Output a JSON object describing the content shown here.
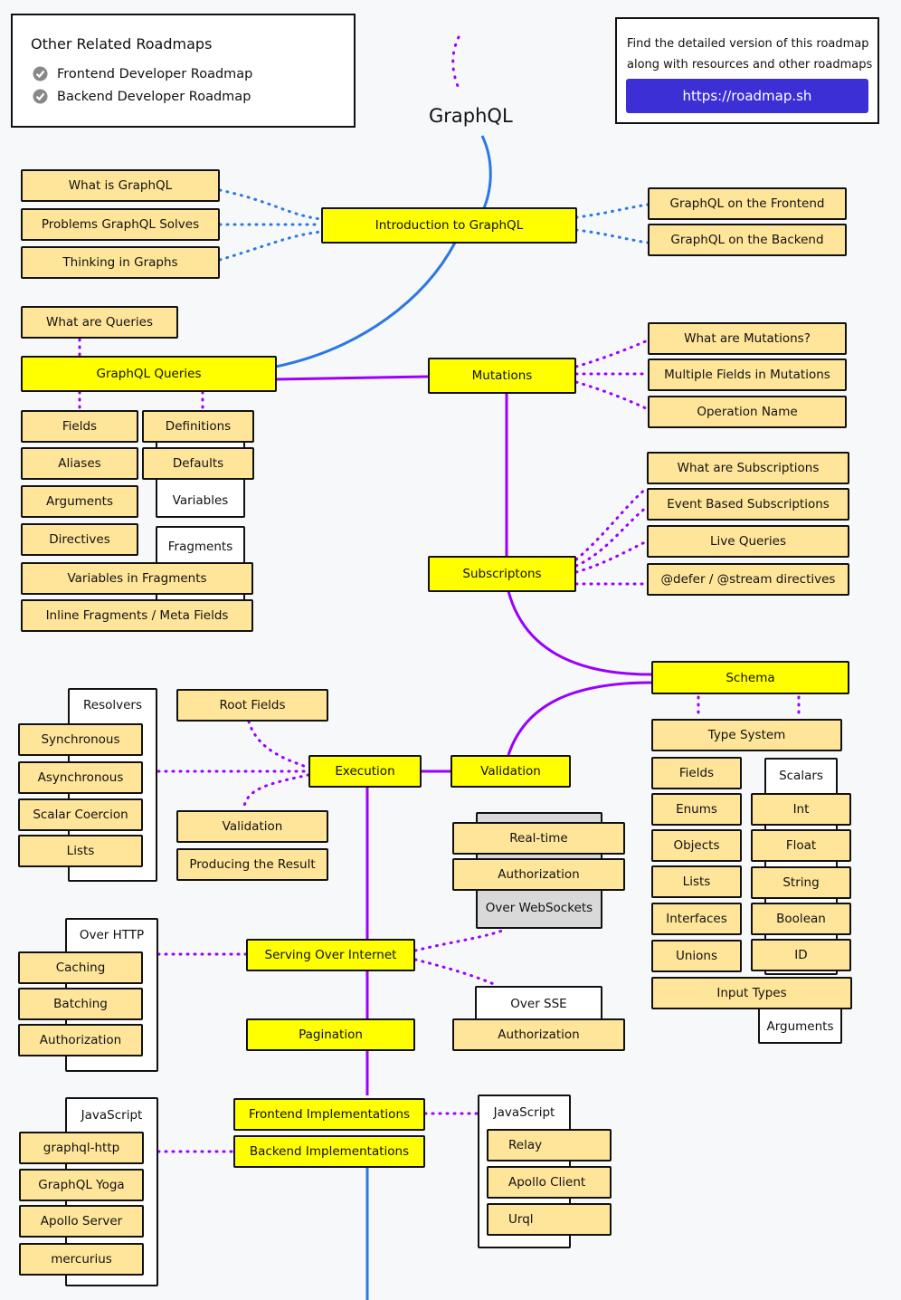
{
  "title": "GraphQL",
  "related": {
    "heading": "Other Related Roadmaps",
    "items": [
      "Frontend Developer Roadmap",
      "Backend Developer Roadmap"
    ]
  },
  "promo": {
    "text_line1": "Find the detailed version of this roadmap",
    "text_line2": "along with resources and other roadmaps",
    "link": "https://roadmap.sh"
  },
  "colors": {
    "topic": "#ffff00",
    "subtopic": "#ffe599",
    "main_line_blue": "#2b78e4",
    "main_line_purple": "#9900ff",
    "link_button": "#3c2fd6"
  },
  "intro": {
    "topic": "Introduction to GraphQL",
    "left": [
      "What is GraphQL",
      "Problems GraphQL Solves",
      "Thinking in Graphs"
    ],
    "right": [
      "GraphQL on the Frontend",
      "GraphQL on the Backend"
    ]
  },
  "queries": {
    "topic": "GraphQL Queries",
    "above": "What are Queries",
    "left": [
      "Fields",
      "Aliases",
      "Arguments",
      "Directives"
    ],
    "definitions": "Definitions",
    "defaults": "Defaults",
    "variables": "Variables",
    "fragments": "Fragments",
    "wide": [
      "Variables in Fragments",
      "Inline Fragments / Meta Fields"
    ]
  },
  "mutations": {
    "topic": "Mutations",
    "items": [
      "What are Mutations?",
      "Multiple Fields in Mutations",
      "Operation Name"
    ]
  },
  "subscriptions": {
    "topic": "Subscriptons",
    "items": [
      "What are Subscriptions",
      "Event Based Subscriptions",
      "Live Queries",
      "@defer / @stream directives"
    ]
  },
  "schema": {
    "topic": "Schema",
    "type_system": "Type System",
    "left": [
      "Fields",
      "Enums",
      "Objects",
      "Lists",
      "Interfaces",
      "Unions"
    ],
    "scalars_label": "Scalars",
    "scalars": [
      "Int",
      "Float",
      "String",
      "Boolean",
      "ID"
    ],
    "input_types": "Input Types",
    "arguments": "Arguments"
  },
  "validation": {
    "topic": "Validation"
  },
  "execution": {
    "topic": "Execution",
    "resolvers_label": "Resolvers",
    "resolvers": [
      "Synchronous",
      "Asynchronous",
      "Scalar Coercion",
      "Lists"
    ],
    "root_fields": "Root Fields",
    "validation": "Validation",
    "producing": "Producing the Result"
  },
  "serving": {
    "topic": "Serving Over Internet",
    "http_label": "Over HTTP",
    "http": [
      "Caching",
      "Batching",
      "Authorization"
    ],
    "ws_label": "Over WebSockets",
    "ws": [
      "Real-time",
      "Authorization"
    ],
    "sse_label": "Over SSE",
    "sse": [
      "Authorization"
    ]
  },
  "pagination": {
    "topic": "Pagination"
  },
  "implementations": {
    "frontend": "Frontend Implementations",
    "backend": "Backend Implementations",
    "backend_label": "JavaScript",
    "backend_items": [
      "graphql-http",
      "GraphQL Yoga",
      "Apollo Server",
      "mercurius"
    ],
    "frontend_label": "JavaScript",
    "frontend_items": [
      "Relay",
      "Apollo Client",
      "Urql"
    ]
  }
}
